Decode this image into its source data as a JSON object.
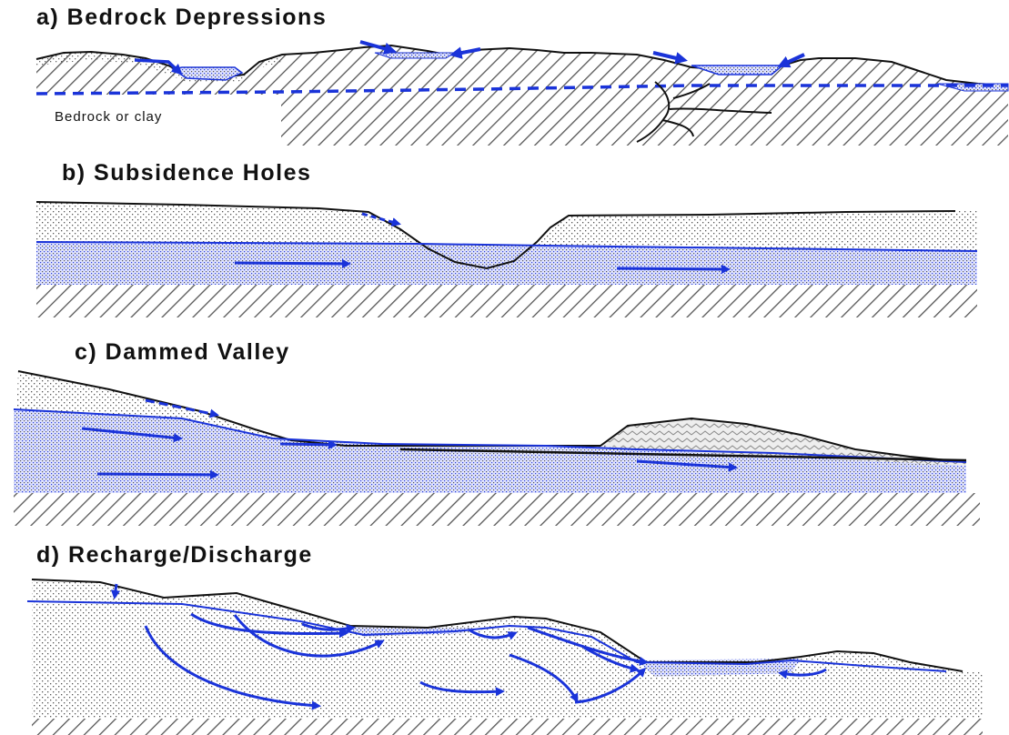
{
  "panels": [
    {
      "id": "a",
      "title": "a) Bedrock Depressions",
      "label": "Bedrock or clay"
    },
    {
      "id": "b",
      "title": "b) Subsidence Holes"
    },
    {
      "id": "c",
      "title": "c) Dammed Valley"
    },
    {
      "id": "d",
      "title": "d) Recharge/Discharge"
    }
  ],
  "colors": {
    "water": "#1a33d9",
    "ink": "#111111",
    "hatch": "#555555",
    "background": "#ffffff"
  }
}
